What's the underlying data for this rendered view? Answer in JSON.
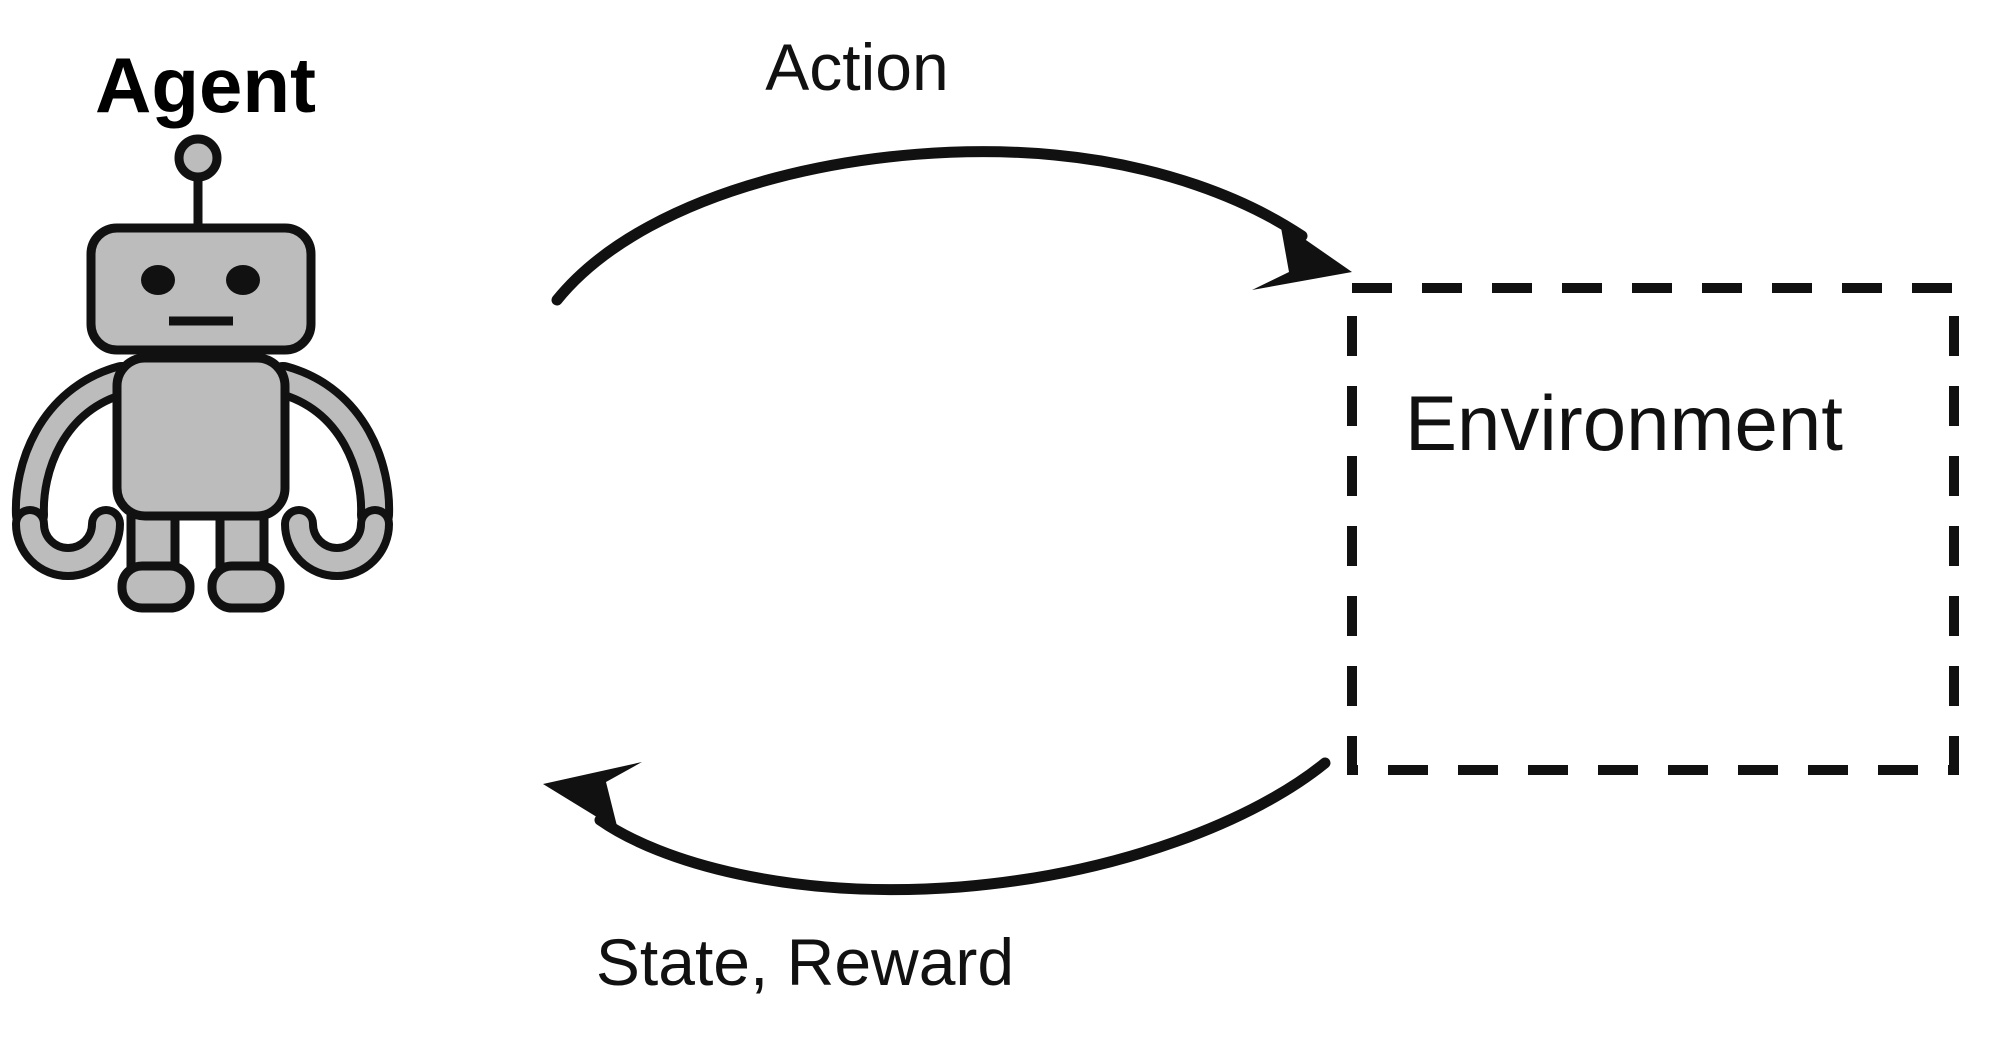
{
  "diagram": {
    "title_visible": false,
    "background_color": "#ffffff",
    "ink_color": "#111111",
    "robot_fill_color": "#bcbcbc"
  },
  "agent": {
    "label": "Agent",
    "icon_name": "robot-icon"
  },
  "environment": {
    "label": "Environment",
    "border_style": "dashed"
  },
  "arrows": {
    "top": {
      "label": "Action",
      "direction": "agent-to-environment",
      "icon_name": "curved-arrow-right-icon"
    },
    "bottom": {
      "label": "State, Reward",
      "direction": "environment-to-agent",
      "icon_name": "curved-arrow-left-icon"
    }
  },
  "chart_data": {
    "type": "diagram",
    "title": "Reinforcement Learning Agent-Environment Loop",
    "nodes": [
      {
        "id": "agent",
        "label": "Agent",
        "shape": "robot-illustration"
      },
      {
        "id": "environment",
        "label": "Environment",
        "shape": "dashed-rectangle"
      }
    ],
    "edges": [
      {
        "from": "agent",
        "to": "environment",
        "label": "Action"
      },
      {
        "from": "environment",
        "to": "agent",
        "label": "State, Reward"
      }
    ]
  }
}
